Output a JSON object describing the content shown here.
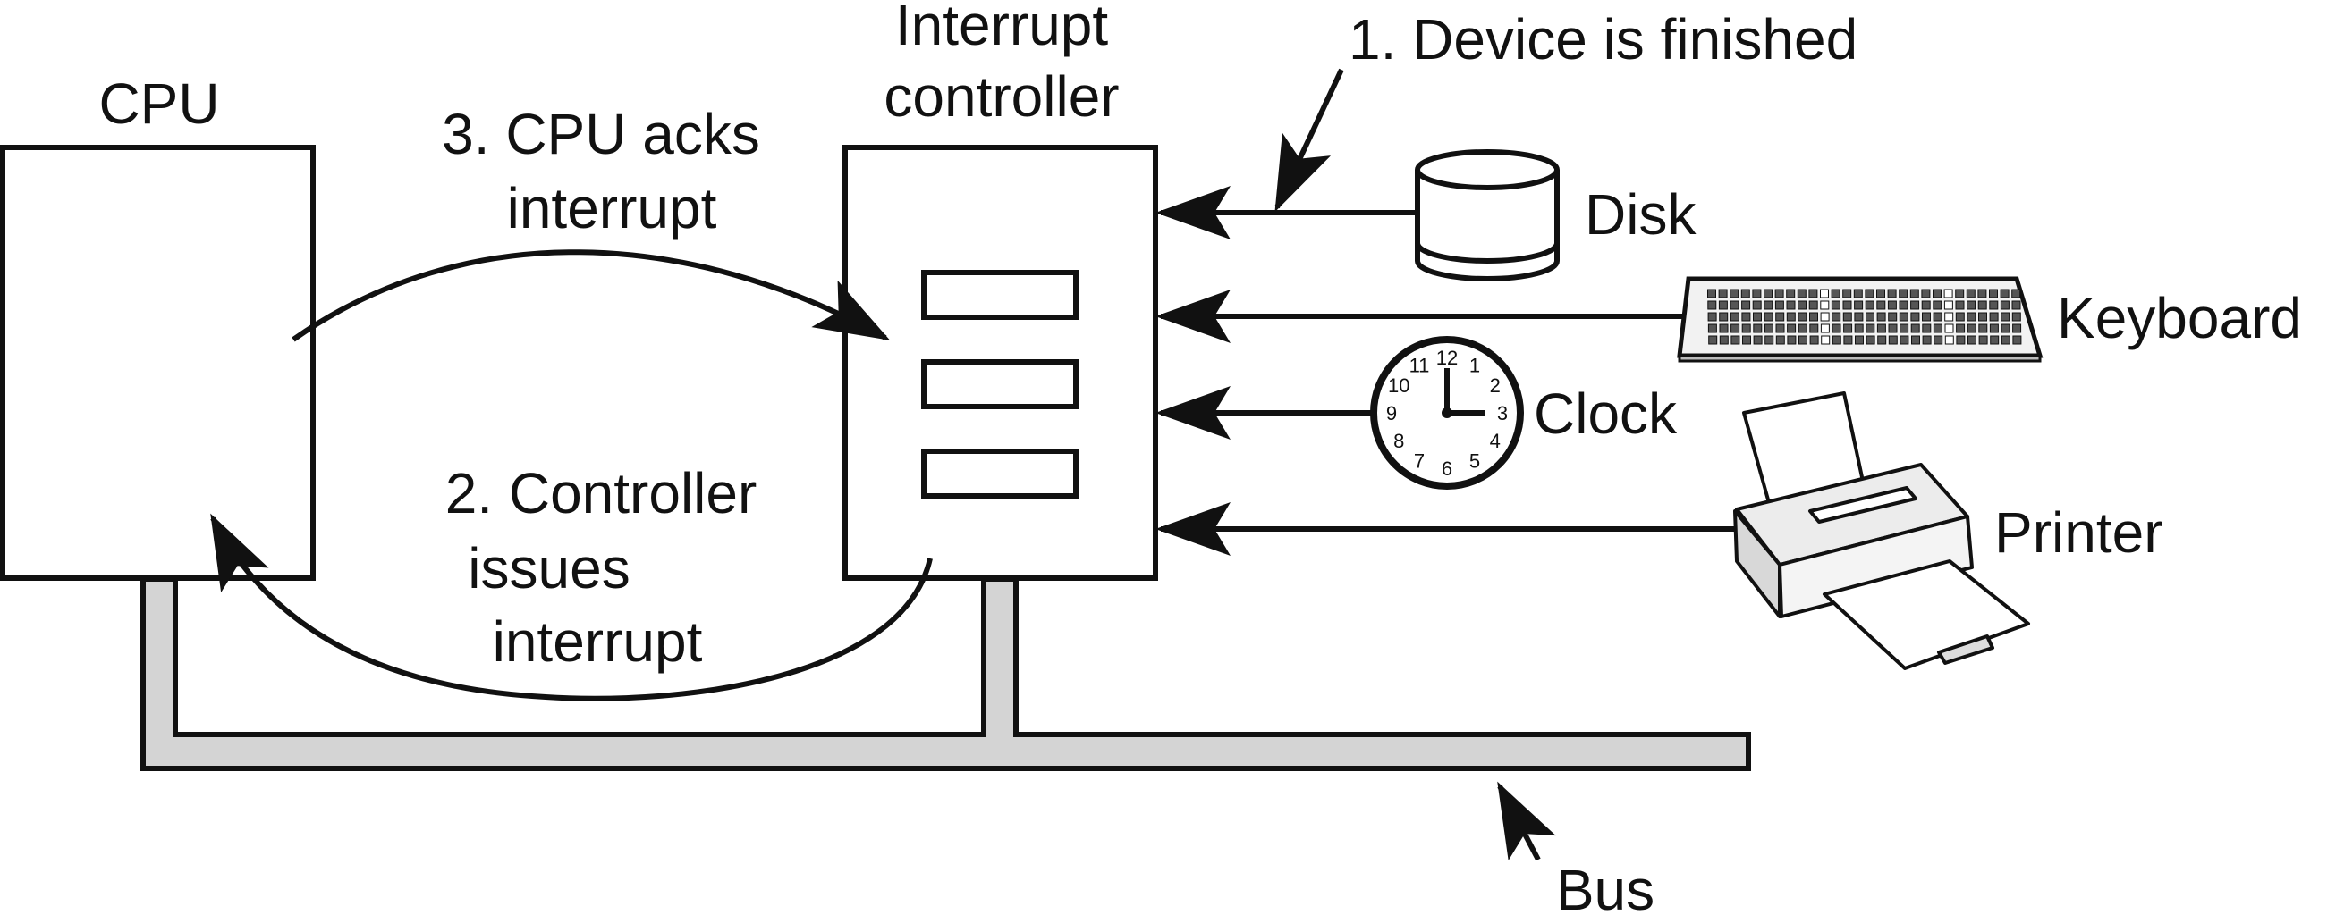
{
  "labels": {
    "cpu": "CPU",
    "controller_line1": "Interrupt",
    "controller_line2": "controller",
    "step1": "1. Device is finished",
    "step3_line1": "3. CPU acks",
    "step3_line2": "interrupt",
    "step2_line1": "2. Controller",
    "step2_line2": "issues",
    "step2_line3": "interrupt",
    "disk": "Disk",
    "keyboard": "Keyboard",
    "clock": "Clock",
    "printer": "Printer",
    "bus": "Bus"
  },
  "clock_numerals": [
    "12",
    "1",
    "2",
    "3",
    "4",
    "5",
    "6",
    "7",
    "8",
    "9",
    "10",
    "11"
  ],
  "colors": {
    "stroke": "#111111",
    "bus_fill": "#d4d4d4",
    "background": "#ffffff"
  }
}
